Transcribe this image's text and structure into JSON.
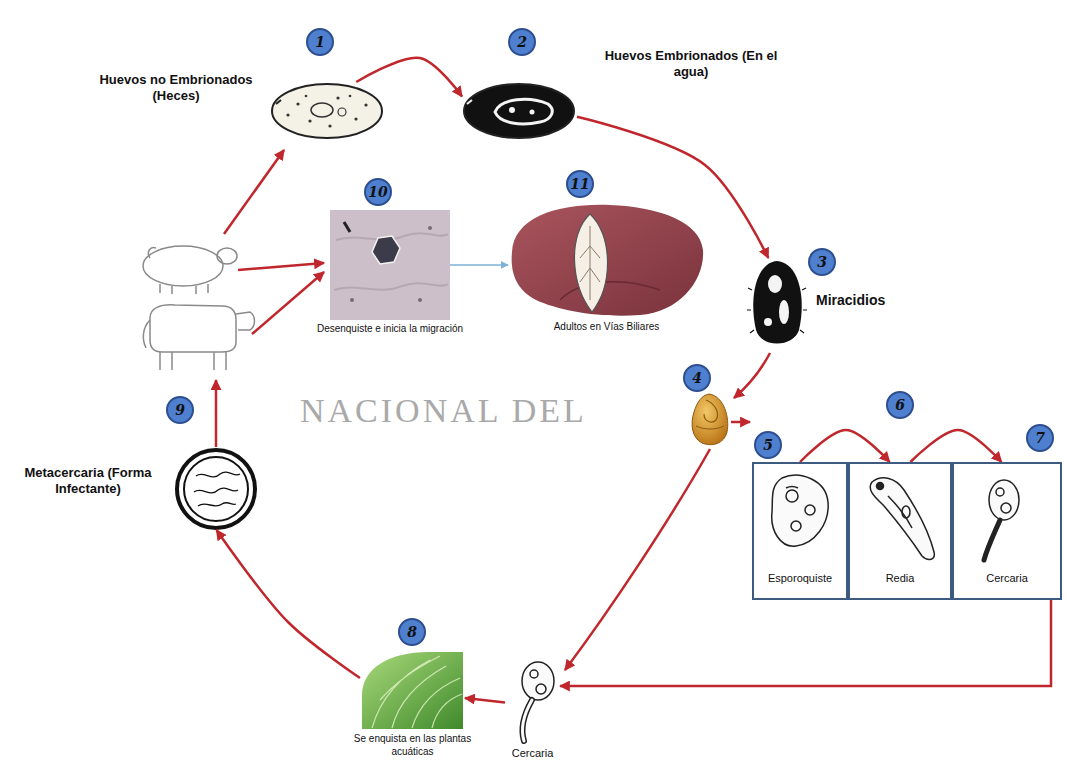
{
  "diagram": {
    "nodes": [
      {
        "text": [
          "Huevos no Embrionados (Heces)"
        ]
      },
      {
        "text": [
          "Huevos Embrionados (En el agua)"
        ]
      },
      {
        "text": [
          "Miracidios"
        ]
      },
      {
        "text": [
          "Esporoquiste"
        ]
      },
      {
        "text": [
          "Redia"
        ]
      },
      {
        "text": [
          "Cercaria"
        ]
      },
      {
        "text": [
          "Cercaria"
        ]
      },
      {
        "text": [
          "Se enquista en las plantas acuáticas"
        ]
      },
      {
        "text": [
          "Metacercaria (Forma Infectante)"
        ]
      },
      {
        "text": [
          "Desenquiste e inicia la migración"
        ]
      },
      {
        "text": [
          "Adultos en Vías Biliares"
        ]
      }
    ],
    "edges": [
      {
        "from": 0,
        "to": 1,
        "arrow": "to"
      },
      {
        "from": 1,
        "to": 2,
        "arrow": "to"
      },
      {
        "from": 3,
        "to": 4,
        "arrow": "to"
      },
      {
        "from": 4,
        "to": 5,
        "arrow": "to"
      },
      {
        "from": 5,
        "to": 6,
        "arrow": "to"
      },
      {
        "from": 6,
        "to": 7,
        "arrow": "to"
      },
      {
        "from": 7,
        "to": 8,
        "arrow": "to"
      },
      {
        "from": 9,
        "to": 10,
        "arrow": "to"
      }
    ],
    "labels": [
      "1",
      "2",
      "3",
      "4",
      "5",
      "6",
      "7",
      "8",
      "9",
      "10",
      "11",
      "NACIONAL DEL"
    ]
  }
}
